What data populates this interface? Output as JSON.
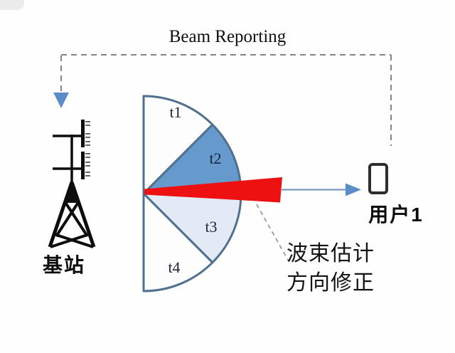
{
  "diagram": {
    "title": "Beam Reporting",
    "base_station_label": "基站",
    "user_label": "用户1",
    "annotation_line1": "波束估计",
    "annotation_line2": "方向修正",
    "beam_sectors": [
      {
        "label": "t1"
      },
      {
        "label": "t2"
      },
      {
        "label": "t3"
      },
      {
        "label": "t4"
      }
    ]
  },
  "colors": {
    "sector_active": "#6699cc",
    "sector_estimated": "#e3eaf5",
    "sector_inactive": "#fdfdfd",
    "sector_outline": "#4f708f",
    "corrected_beam_red": "#ee1111",
    "arrow_blue": "#5b8ec8",
    "dash_gray": "#858585",
    "text_black": "#111111"
  }
}
